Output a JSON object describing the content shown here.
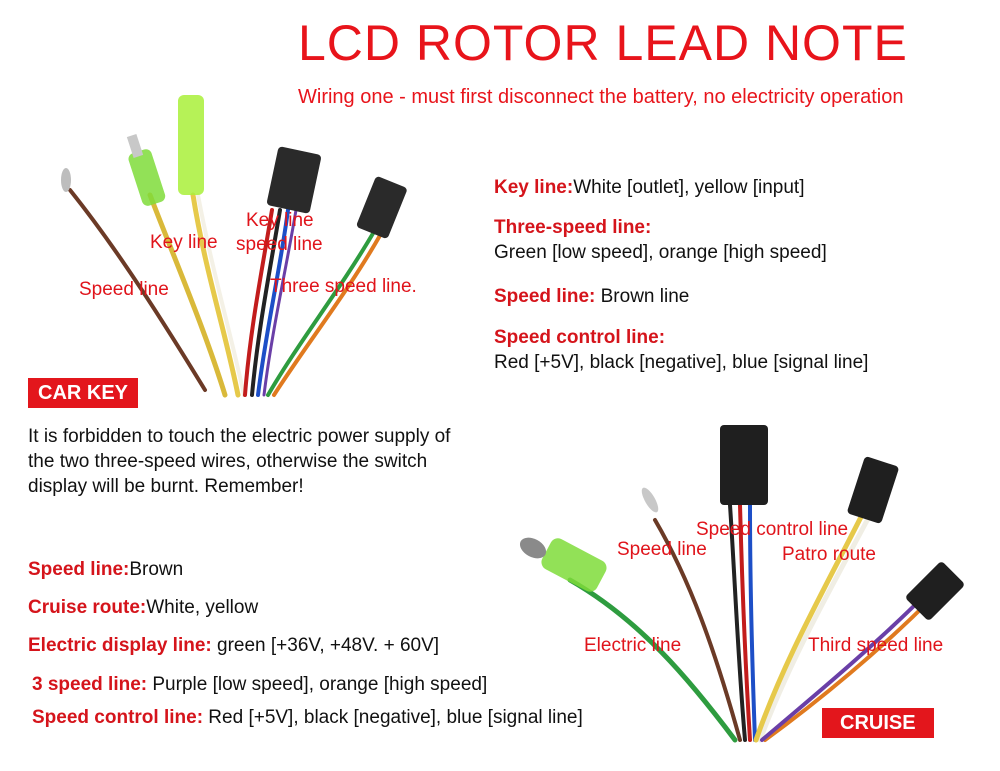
{
  "header": {
    "title": "LCD ROTOR LEAD NOTE",
    "subtitle": "Wiring one - must first disconnect the battery, no electricity operation"
  },
  "car_key": {
    "badge": "CAR KEY",
    "labels": {
      "key_line": "Key line",
      "key_line_2": "Key line",
      "speed_line_top": "speed line",
      "speed_line": "Speed line",
      "three_speed_line": "Three speed line."
    },
    "specs": [
      {
        "key": "Key line:",
        "value": "White [outlet], yellow [input]"
      },
      {
        "key": "Three-speed line:",
        "value": "Green [low speed], orange [high speed]"
      },
      {
        "key": "Speed line:",
        "value": " Brown line"
      },
      {
        "key": "Speed control line:",
        "value": "Red [+5V], black [negative], blue [signal line]"
      }
    ],
    "warning": "It is forbidden to touch the electric power supply of the two three-speed wires, otherwise the switch display will be burnt. Remember!"
  },
  "cruise": {
    "badge": "CRUISE",
    "labels": {
      "speed_control_line": "Speed control line",
      "speed_line": "Speed line",
      "patro_route": "Patro  route",
      "electric_line": "Electric line",
      "third_speed_line": "Third speed line"
    },
    "specs": [
      {
        "key": "Speed line:",
        "value": "Brown"
      },
      {
        "key": "Cruise route:",
        "value": "White, yellow"
      },
      {
        "key": "Electric display line:",
        "value": " green [+36V, +48V. + 60V]"
      },
      {
        "key": "3 speed line:",
        "value": " Purple [low speed], orange [high speed]"
      },
      {
        "key": "Speed control line:",
        "value": " Red [+5V], black [negative], blue [signal line]"
      }
    ]
  }
}
